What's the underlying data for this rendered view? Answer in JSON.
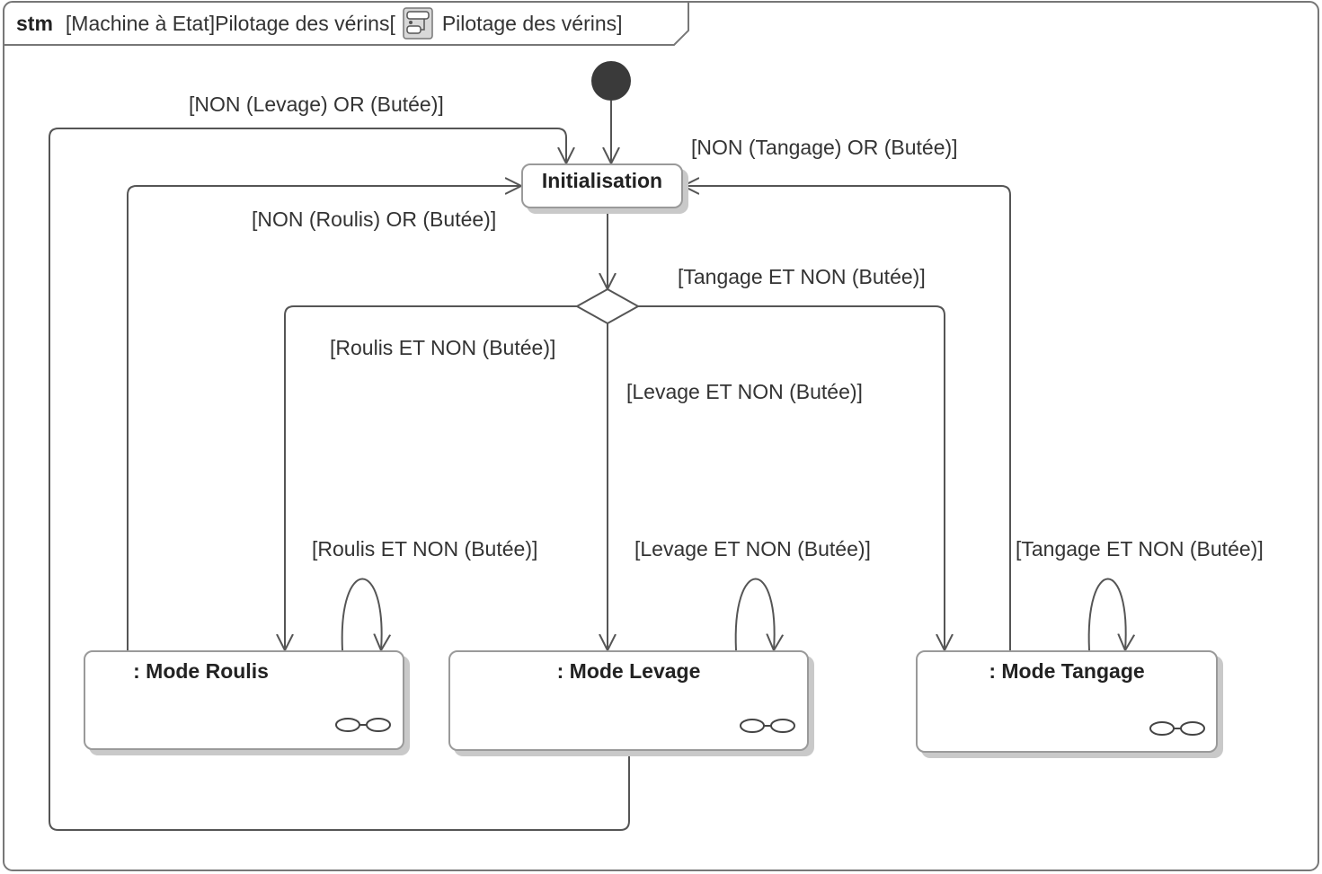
{
  "frame": {
    "keyword": "stm",
    "title_prefix": "[Machine à Etat]Pilotage des vérins[",
    "title_name": "Pilotage des vérins]",
    "icon": "state-machine-icon"
  },
  "states": {
    "initialisation": "Initialisation",
    "mode_roulis": ": Mode Roulis",
    "mode_levage": ": Mode Levage",
    "mode_tangage": ": Mode Tangage",
    "submachine_icon": "submachine-link-icon"
  },
  "pseudostates": {
    "initial": "initial-node",
    "choice": "choice-diamond"
  },
  "guards": {
    "non_levage_or_butee": "[NON (Levage) OR (Butée)]",
    "non_tangage_or_butee": "[NON (Tangage) OR (Butée)]",
    "non_roulis_or_butee": "[NON (Roulis) OR (Butée)]",
    "tangage_et_non_butee_choice": "[Tangage ET NON (Butée)]",
    "roulis_et_non_butee_choice": "[Roulis ET NON (Butée)]",
    "levage_et_non_butee_choice": "[Levage ET NON (Butée)]",
    "roulis_et_non_butee_self": "[Roulis ET NON (Butée)]",
    "levage_et_non_butee_self": "[Levage ET NON (Butée)]",
    "tangage_et_non_butee_self": "[Tangage ET NON (Butée)]"
  },
  "colors": {
    "line": "#555555",
    "border": "#9a9a9a",
    "shadow": "#c9c9c9",
    "initial_fill": "#3a3a3a"
  }
}
